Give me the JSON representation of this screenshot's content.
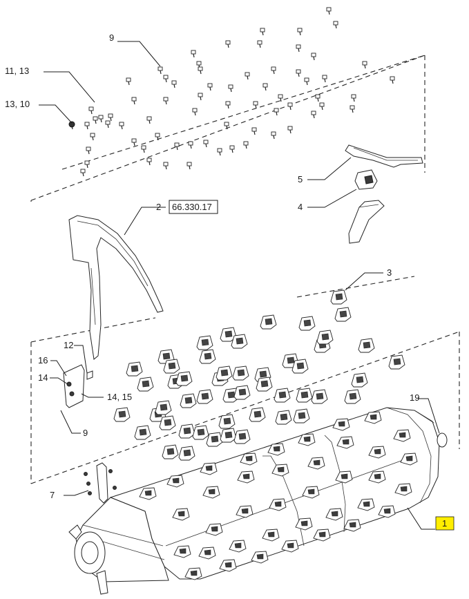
{
  "callouts": {
    "c9_top": "9",
    "c11_13": "11, 13",
    "c13_10": "13, 10",
    "c5": "5",
    "c4": "4",
    "c2": "2",
    "c2_ref": "66.330.17",
    "c3": "3",
    "c12": "12",
    "c16": "16",
    "c14": "14",
    "c14_15": "14, 15",
    "c9_bottom": "9",
    "c19": "19",
    "c7": "7",
    "c1": "1"
  },
  "colors": {
    "highlight": "#ffee00",
    "line": "#1a1a1a"
  }
}
